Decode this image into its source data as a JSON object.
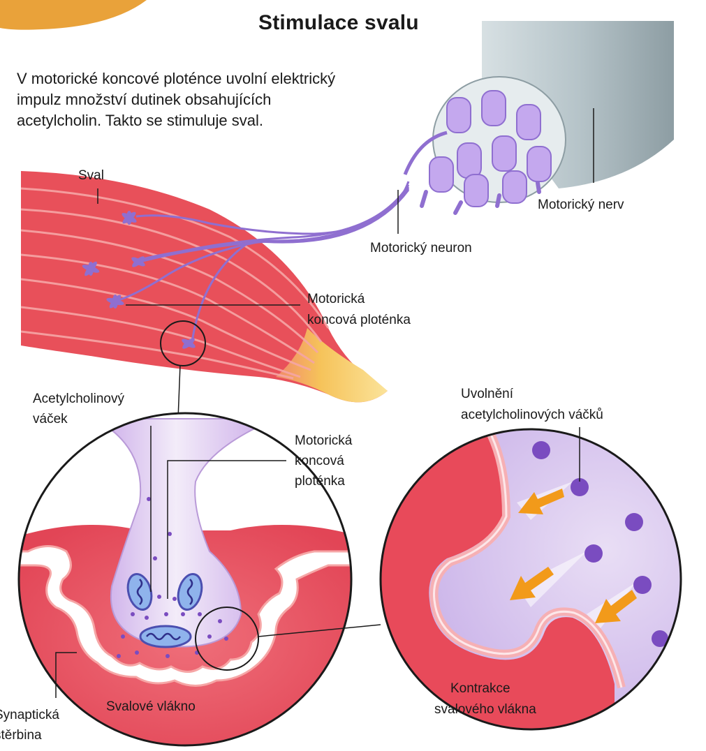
{
  "title": "Stimulace svalu",
  "intro": "V motorické koncové ploténce uvolní elektrický impulz množství dutinek obsahujících acetylcholin. Takto se stimuluje sval.",
  "labels": {
    "muscle": "Sval",
    "motor_nerve": "Motorický nerv",
    "motor_neuron": "Motorický neuron",
    "end_plate_top_1": "Motorická",
    "end_plate_top_2": "koncová ploténka",
    "ach_vesicle_1": "Acetylcholinový",
    "ach_vesicle_2": "váček",
    "end_plate_mid_1": "Motorická",
    "end_plate_mid_2": "koncová",
    "end_plate_mid_3": "ploténka",
    "release_1": "Uvolnění",
    "release_2": "acetylcholinových váčků",
    "synaptic_cleft_1": "Synaptická",
    "synaptic_cleft_2": "štěrbina",
    "muscle_fiber": "Svalové vlákno",
    "contraction_1": "Kontrakce",
    "contraction_2": "svalového vlákna"
  },
  "colors": {
    "muscle": "#e8505a",
    "muscle_light": "#f6a6a6",
    "tendon": "#f2c45a",
    "nerve_sheath": "#a9b7bd",
    "neuron": "#8f6fd0",
    "neuron_light": "#c4a8ee",
    "vesicle_dot": "#7a4cc0",
    "arrow": "#f29a1a"
  }
}
